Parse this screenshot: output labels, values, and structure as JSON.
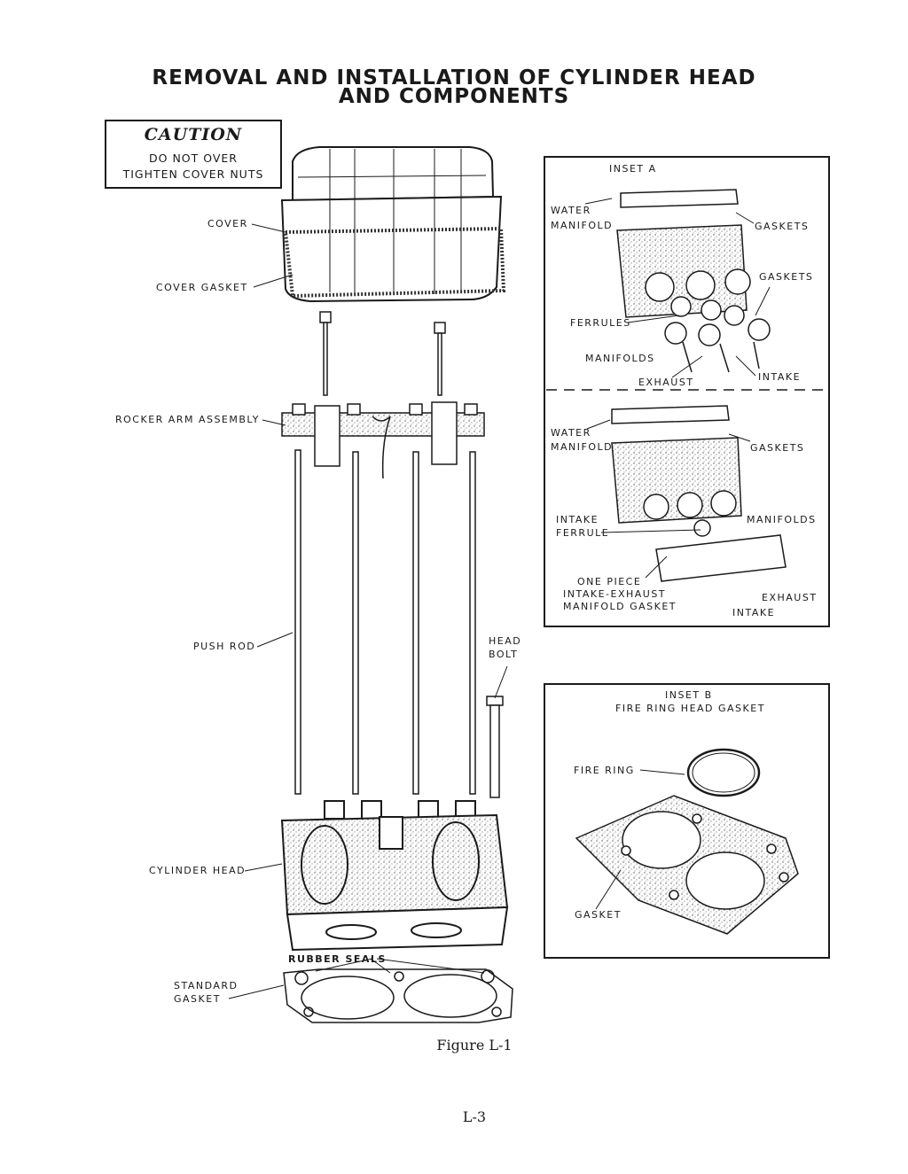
{
  "title": {
    "line1": "REMOVAL AND INSTALLATION OF CYLINDER HEAD",
    "line2": "AND COMPONENTS"
  },
  "caution": {
    "heading": "CAUTION",
    "line1": "DO NOT OVER",
    "line2": "TIGHTEN COVER NUTS"
  },
  "labels": {
    "cover": "COVER",
    "cover_gasket": "COVER GASKET",
    "rocker_arm_assembly": "ROCKER ARM ASSEMBLY",
    "push_rod": "PUSH ROD",
    "head_bolt_1": "HEAD",
    "head_bolt_2": "BOLT",
    "cylinder_head": "CYLINDER HEAD",
    "rubber_seals": "RUBBER SEALS",
    "standard_gasket_1": "STANDARD",
    "standard_gasket_2": "GASKET"
  },
  "inset_a": {
    "title": "INSET A",
    "water_1": "WATER",
    "manifold_1": "MANIFOLD",
    "gaskets_1": "GASKETS",
    "gaskets_2": "GASKETS",
    "ferrules": "FERRULES",
    "manifolds_1": "MANIFOLDS",
    "exhaust_1": "EXHAUST",
    "intake_1": "INTAKE",
    "water_2": "WATER",
    "manifold_2": "MANIFOLD",
    "gaskets_3": "GASKETS",
    "intake_2": "INTAKE",
    "ferrule": "FERRULE",
    "manifolds_2": "MANIFOLDS",
    "one_piece": "ONE PIECE",
    "intake_exhaust": "INTAKE-EXHAUST",
    "manifold_gasket": "MANIFOLD GASKET",
    "exhaust_2": "EXHAUST",
    "intake_3": "INTAKE"
  },
  "inset_b": {
    "title": "INSET B",
    "subtitle": "FIRE RING HEAD GASKET",
    "fire_ring": "FIRE RING",
    "gasket": "GASKET"
  },
  "caption": "Figure L-1",
  "page_number": "L-3"
}
